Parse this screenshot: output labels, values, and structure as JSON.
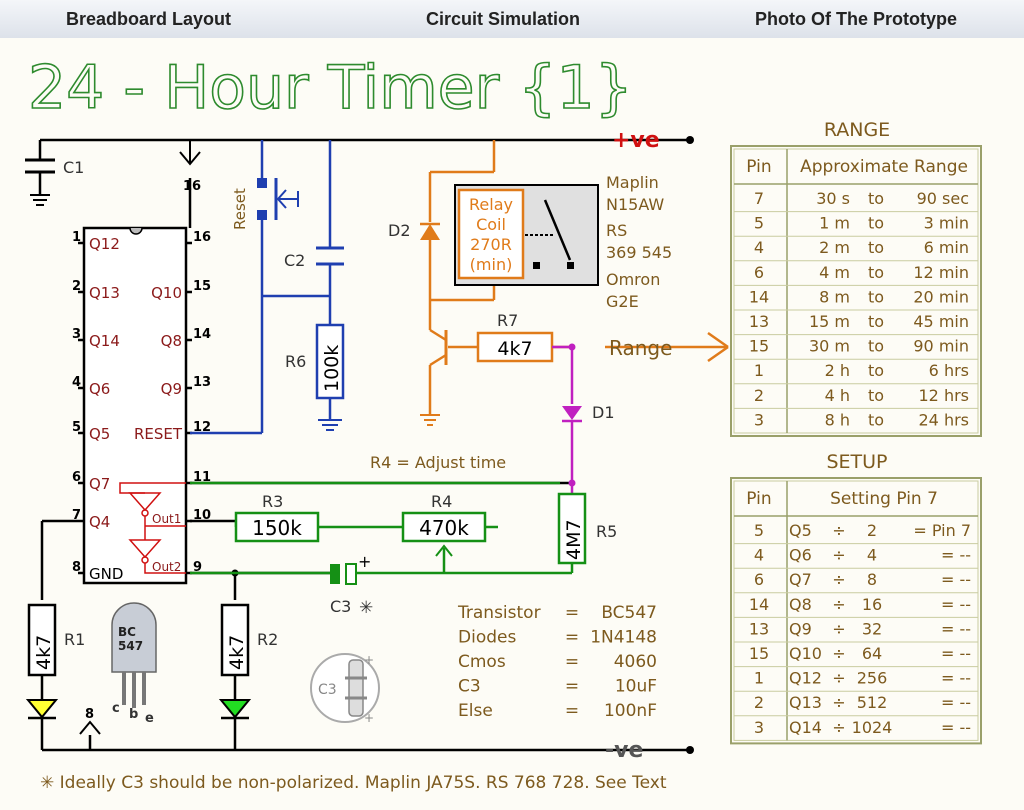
{
  "tabs": [
    {
      "label": "Breadboard Layout"
    },
    {
      "label": "Circuit Simulation"
    },
    {
      "label": "Photo Of The Prototype"
    }
  ],
  "title": "24 - Hour Timer {1}",
  "supply": {
    "pos": "+ve",
    "neg": "-ve"
  },
  "ic": {
    "left": [
      {
        "n": "1",
        "name": "Q12"
      },
      {
        "n": "2",
        "name": "Q13"
      },
      {
        "n": "3",
        "name": "Q14"
      },
      {
        "n": "4",
        "name": "Q6"
      },
      {
        "n": "5",
        "name": "Q5"
      },
      {
        "n": "6",
        "name": "Q7"
      },
      {
        "n": "7",
        "name": "Q4"
      },
      {
        "n": "8",
        "name": "GND"
      }
    ],
    "right": [
      {
        "n": "16",
        "name": ""
      },
      {
        "n": "15",
        "name": "Q10"
      },
      {
        "n": "14",
        "name": "Q8"
      },
      {
        "n": "13",
        "name": "Q9"
      },
      {
        "n": "12",
        "name": "RESET"
      },
      {
        "n": "11",
        "name": ""
      },
      {
        "n": "10",
        "name": ""
      },
      {
        "n": "9",
        "name": ""
      }
    ],
    "out1": "Out1",
    "out2": "Out2"
  },
  "labels": {
    "c1": "C1",
    "pin16": "16",
    "pin8": "8",
    "reset": "Reset",
    "c2": "C2",
    "r6": "R6",
    "r6v": "100k",
    "d2": "D2",
    "relay": [
      "Relay",
      "Coil",
      "270R",
      "(min)"
    ],
    "relay_info": [
      "Maplin",
      "N15AW",
      "RS",
      "369 545",
      "Omron",
      "G2E"
    ],
    "r7": "R7",
    "r7v": "4k7",
    "range": "Range",
    "d1": "D1",
    "r4note": "R4 = Adjust time",
    "r3": "R3",
    "r3v": "150k",
    "r4": "R4",
    "r4v": "470k",
    "r5": "R5",
    "r5v": "4M7",
    "c3": "C3",
    "c3star": "✳",
    "r1": "R1",
    "r1v": "4k7",
    "r2": "R2",
    "r2v": "4k7",
    "bc": [
      "BC",
      "547"
    ],
    "cbe": [
      "c",
      "b",
      "e"
    ],
    "c3pkg": "C3"
  },
  "parts": [
    {
      "name": "Transistor",
      "eq": "=",
      "val": "BC547"
    },
    {
      "name": "Diodes",
      "eq": "=",
      "val": "1N4148"
    },
    {
      "name": "Cmos",
      "eq": "=",
      "val": "4060"
    },
    {
      "name": "C3",
      "eq": "=",
      "val": "10uF"
    },
    {
      "name": "Else",
      "eq": "=",
      "val": "100nF"
    }
  ],
  "range_table": {
    "title": "RANGE",
    "headers": [
      "Pin",
      "Approximate Range"
    ],
    "rows": [
      [
        "7",
        "30 s",
        "to",
        "90 sec"
      ],
      [
        "5",
        "1 m",
        "to",
        "3 min"
      ],
      [
        "4",
        "2 m",
        "to",
        "6 min"
      ],
      [
        "6",
        "4 m",
        "to",
        "12 min"
      ],
      [
        "14",
        "8 m",
        "to",
        "20 min"
      ],
      [
        "13",
        "15 m",
        "to",
        "45 min"
      ],
      [
        "15",
        "30 m",
        "to",
        "90 min"
      ],
      [
        "1",
        "2 h",
        "to",
        "6 hrs"
      ],
      [
        "2",
        "4 h",
        "to",
        "12 hrs"
      ],
      [
        "3",
        "8 h",
        "to",
        "24 hrs"
      ]
    ]
  },
  "setup_table": {
    "title": "SETUP",
    "headers": [
      "Pin",
      "Setting Pin 7"
    ],
    "rows": [
      [
        "5",
        "Q5",
        "÷",
        "2",
        "= Pin 7"
      ],
      [
        "4",
        "Q6",
        "÷",
        "4",
        "=  --"
      ],
      [
        "6",
        "Q7",
        "÷",
        "8",
        "=  --"
      ],
      [
        "14",
        "Q8",
        "÷",
        "16",
        "=  --"
      ],
      [
        "13",
        "Q9",
        "÷",
        "32",
        "=  --"
      ],
      [
        "15",
        "Q10",
        "÷",
        "64",
        "=  --"
      ],
      [
        "1",
        "Q12",
        "÷",
        "256",
        "=  --"
      ],
      [
        "2",
        "Q13",
        "÷",
        "512",
        "=  --"
      ],
      [
        "3",
        "Q14",
        "÷",
        "1024",
        "=  --"
      ]
    ]
  },
  "footnote": "✳  Ideally C3 should be non-polarized. Maplin JA75S.  RS 768 728.  See Text",
  "colors": {
    "title": "#2e8b2e",
    "wire": "#000000",
    "blue": "#1f3fb0",
    "orange": "#e07b1a",
    "magenta": "#c020c0",
    "green": "#159015",
    "label": "#7d5a1e",
    "ic_text": "#8b1a1a",
    "table": "#9aa06a"
  }
}
